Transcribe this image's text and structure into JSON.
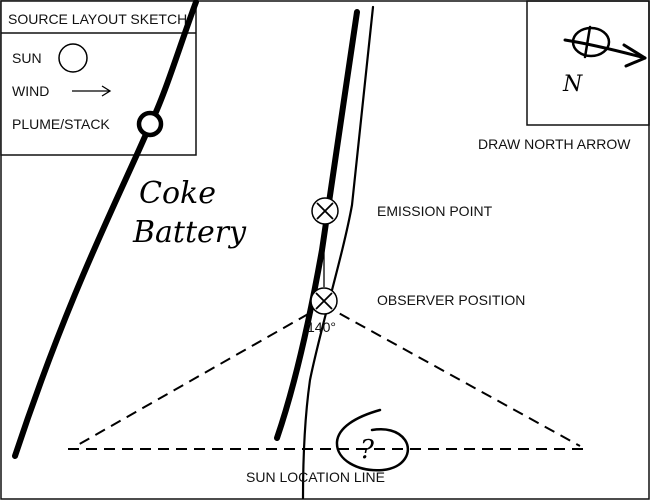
{
  "legend": {
    "title": "SOURCE LAYOUT SKETCH",
    "items": [
      {
        "label": "SUN",
        "icon": "sun-circle-icon"
      },
      {
        "label": "WIND",
        "icon": "wind-arrow-icon"
      },
      {
        "label": "PLUME/STACK",
        "icon": "plume-stack-icon"
      }
    ]
  },
  "north_box": {
    "label": "DRAW NORTH ARROW",
    "handwritten_mark": "N"
  },
  "points": {
    "emission": "EMISSION POINT",
    "observer": "OBSERVER POSITION",
    "angle": "140°"
  },
  "sun_line": {
    "label": "SUN LOCATION LINE",
    "handwritten_mark": "?"
  },
  "annotations": {
    "handwritten_line1": "Coke",
    "handwritten_line2": "Battery"
  },
  "colors": {
    "ink": "#000000",
    "border": "#111111",
    "background": "#ffffff"
  }
}
